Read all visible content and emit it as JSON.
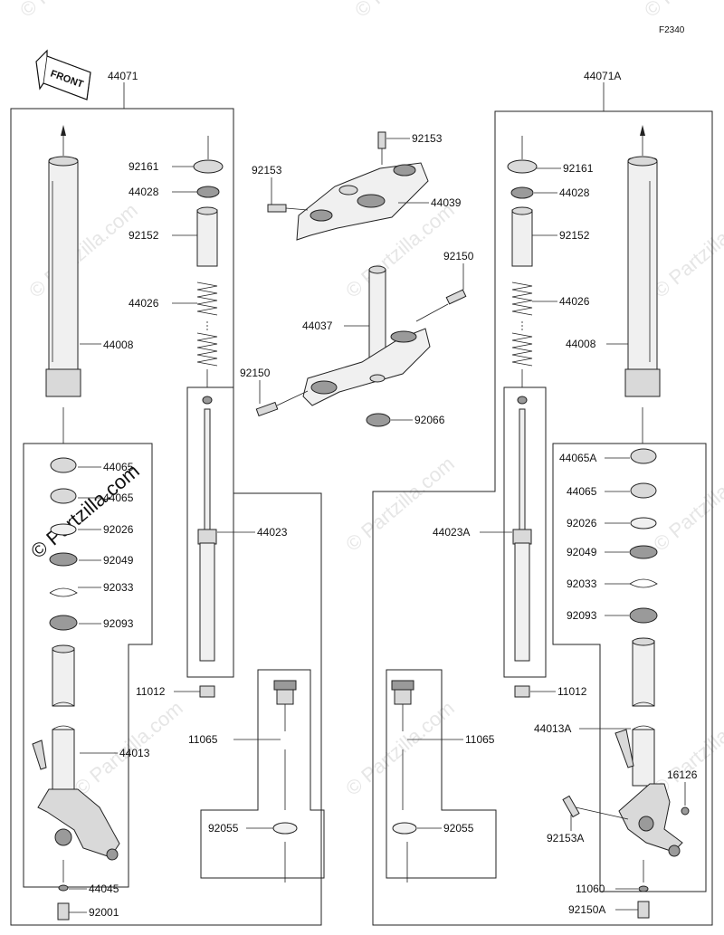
{
  "diagram_code": "F2340",
  "front_label": "FRONT",
  "watermark": "© Partzilla.com",
  "left_assembly": {
    "assembly": "44071",
    "labels": {
      "p92161": "92161",
      "p44028": "44028",
      "p92152": "92152",
      "p44026": "44026",
      "p44008": "44008",
      "p44065a": "44065",
      "p44065b": "44065",
      "p92026": "92026",
      "p92049": "92049",
      "p92033": "92033",
      "p92093": "92093",
      "p44023": "44023",
      "p11012": "11012",
      "p11065": "11065",
      "p44013": "44013",
      "p92055": "92055",
      "p44045": "44045",
      "p92001": "92001"
    }
  },
  "center_assembly": {
    "labels": {
      "p92153a": "92153",
      "p92153b": "92153",
      "p44039": "44039",
      "p92150a": "92150",
      "p44037": "44037",
      "p92150b": "92150",
      "p92066": "92066"
    }
  },
  "right_assembly": {
    "assembly": "44071A",
    "labels": {
      "p92161": "92161",
      "p44028": "44028",
      "p92152": "92152",
      "p44026": "44026",
      "p44008": "44008",
      "p44065a": "44065A",
      "p44065": "44065",
      "p92026": "92026",
      "p92049": "92049",
      "p92033": "92033",
      "p92093": "92093",
      "p44023a": "44023A",
      "p11012": "11012",
      "p11065": "11065",
      "p44013a": "44013A",
      "p16126": "16126",
      "p92153a": "92153A",
      "p92055": "92055",
      "p11060": "11060",
      "p92150a": "92150A"
    }
  }
}
